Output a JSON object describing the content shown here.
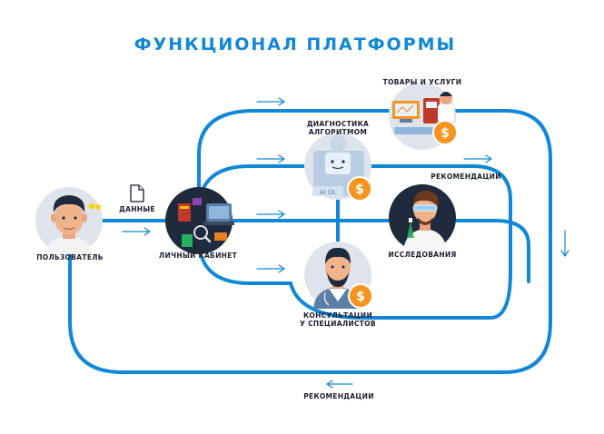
{
  "title": "ФУНКЦИОНАЛ ПЛАТФОРМЫ",
  "colors": {
    "accent": "#1188d6",
    "coin": "#f7941d",
    "text": "#1a1f2e",
    "node_bg": "#dfe4ec"
  },
  "nodes": {
    "user": {
      "label": "ПОЛЬЗОВАТЕЛЬ",
      "icon": "person-avatar-icon"
    },
    "cabinet": {
      "label": "ЛИЧНЫЙ КАБИНЕТ",
      "icon": "desk-workspace-icon"
    },
    "diagnostics": {
      "label_line1": "ДИАГНОСТИКА",
      "label_line2": "АЛГОРИТМОМ",
      "device_text": "AI OL",
      "icon": "ai-robot-icon"
    },
    "goods": {
      "label": "ТОВАРЫ И УСЛУГИ",
      "icon": "lab-equipment-icon"
    },
    "research": {
      "label": "ИССЛЕДОВАНИЯ",
      "icon": "scientist-icon"
    },
    "consult": {
      "label_line1": "КОНСУЛЬТАЦИИ",
      "label_line2": "У СПЕЦИАЛИСТОВ",
      "icon": "doctor-icon"
    }
  },
  "flow_labels": {
    "data": "ДАННЫЕ",
    "recommend_right": "РЕКОМЕНДАЦИИ",
    "recommend_bottom": "РЕКОМЕНДАЦИИ"
  },
  "coin_symbol": "$"
}
